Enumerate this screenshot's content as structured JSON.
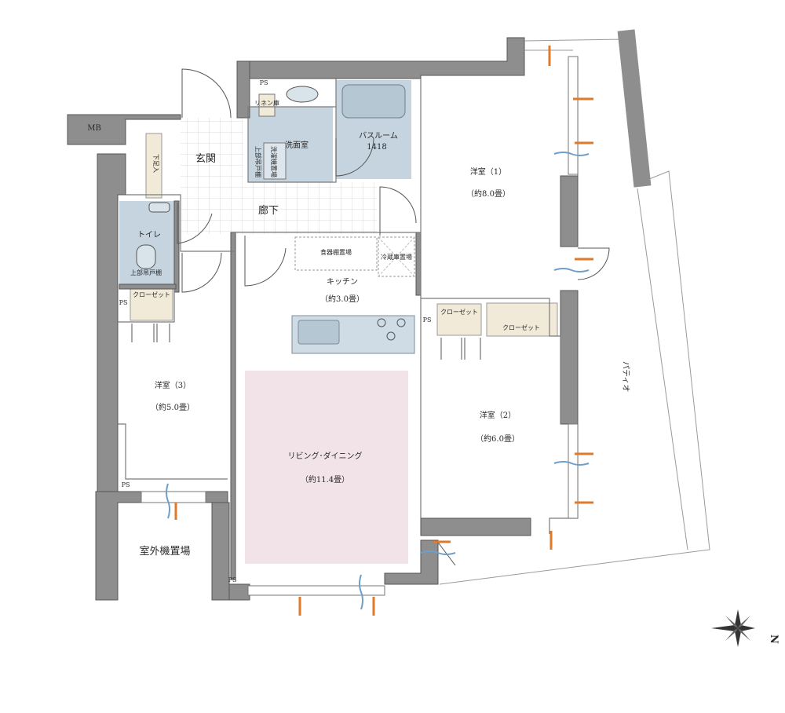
{
  "labels": {
    "mb": "MB",
    "ps_top": "PS",
    "ps_left": "PS",
    "ps_mid": "PS",
    "ps_bottom_left": "PS",
    "ps_bottom": "PS",
    "linen": "リネン庫",
    "upper_cabinet_washroom": "上部吊戸棚",
    "washer": "洗濯機置場",
    "washroom": "洗面室",
    "bathroom": "バスルーム",
    "bath_size": "1418",
    "shoe_closet": "下足入",
    "entrance": "玄関",
    "corridor": "廊下",
    "toilet": "トイレ",
    "upper_cabinet_toilet": "上部吊戸棚",
    "closet_3": "クローゼット",
    "closet_2a": "クローゼット",
    "closet_2b": "クローゼット",
    "cupboard": "食器棚置場",
    "fridge": "冷蔵庫置場",
    "kitchen": "キッチン",
    "kitchen_size": "（約3.0畳）",
    "room1": "洋室（1）",
    "room1_size": "（約8.0畳）",
    "room2": "洋室（2）",
    "room2_size": "（約6.0畳）",
    "room3": "洋室（3）",
    "room3_size": "（約5.0畳）",
    "living": "リビング･ダイニング",
    "living_size": "（約11.4畳）",
    "outdoor_unit": "室外機置場",
    "patio": "パティオ",
    "north": "N"
  },
  "colors": {
    "wall": "#8e8e8e",
    "wet_area": "#c5d4df",
    "living_floor": "#f1e3e7",
    "closet": "#f2ead8",
    "tile": "#e6e6e6",
    "counter": "#cfdbe5",
    "breeze_orange": "#e07a2a",
    "breeze_blue": "#6f9fc8"
  },
  "icons": [
    "compass-icon",
    "stove-burner-icon",
    "sink-icon",
    "toilet-icon",
    "bathtub-icon",
    "washbasin-icon"
  ]
}
